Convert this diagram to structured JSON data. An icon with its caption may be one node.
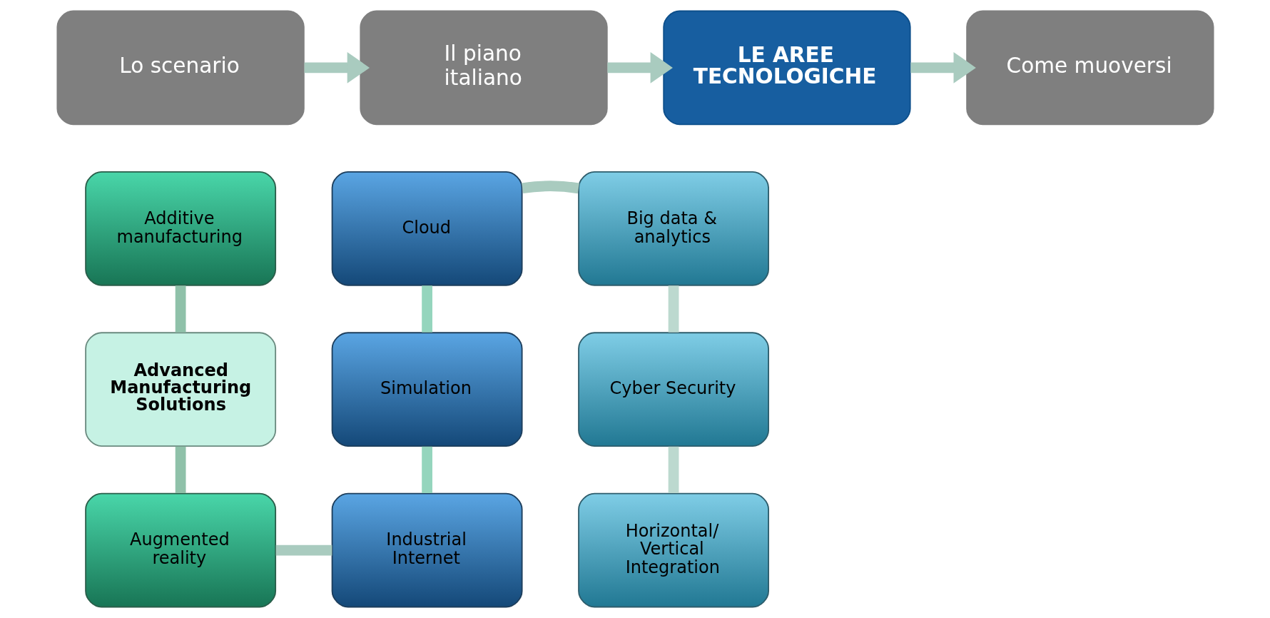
{
  "diagram": {
    "nodes": [
      {
        "text": [
          "Lo scenario"
        ]
      },
      {
        "text": [
          "Il piano italiano"
        ]
      },
      {
        "text": [
          "LE AREE TECNOLOGICHE"
        ]
      },
      {
        "text": [
          "Come muoversi"
        ]
      },
      {
        "text": [
          "Additive manufacturing"
        ]
      },
      {
        "text": [
          "Advanced Manufacturing Solutions"
        ]
      },
      {
        "text": [
          "Augmented reality"
        ]
      },
      {
        "text": [
          "Cloud"
        ]
      },
      {
        "text": [
          "Simulation"
        ]
      },
      {
        "text": [
          "Industrial Internet"
        ]
      },
      {
        "text": [
          "Big data & analytics"
        ]
      },
      {
        "text": [
          "Cyber Security"
        ]
      },
      {
        "text": [
          "Horizontal/ Vertical Integration"
        ]
      }
    ],
    "edges": [
      {
        "from": 0,
        "to": 1,
        "arrow": "to"
      },
      {
        "from": 1,
        "to": 2,
        "arrow": "to"
      },
      {
        "from": 2,
        "to": 3,
        "arrow": "to"
      },
      {
        "from": 4,
        "to": 5,
        "arrow": "none",
        "color": "#8fc1a9"
      },
      {
        "from": 5,
        "to": 6,
        "arrow": "none",
        "color": "#8fc1a9"
      },
      {
        "from": 6,
        "to": 9,
        "arrow": "none"
      },
      {
        "from": 7,
        "to": 8,
        "arrow": "none",
        "color": "#95d5bd"
      },
      {
        "from": 8,
        "to": 9,
        "arrow": "none",
        "color": "#95d5bd"
      },
      {
        "from": 7,
        "to": 10,
        "arrow": "none"
      },
      {
        "from": 10,
        "to": 11,
        "arrow": "none",
        "color": "#bcd9cf"
      },
      {
        "from": 11,
        "to": 12,
        "arrow": "none",
        "color": "#bcd9cf"
      }
    ]
  }
}
